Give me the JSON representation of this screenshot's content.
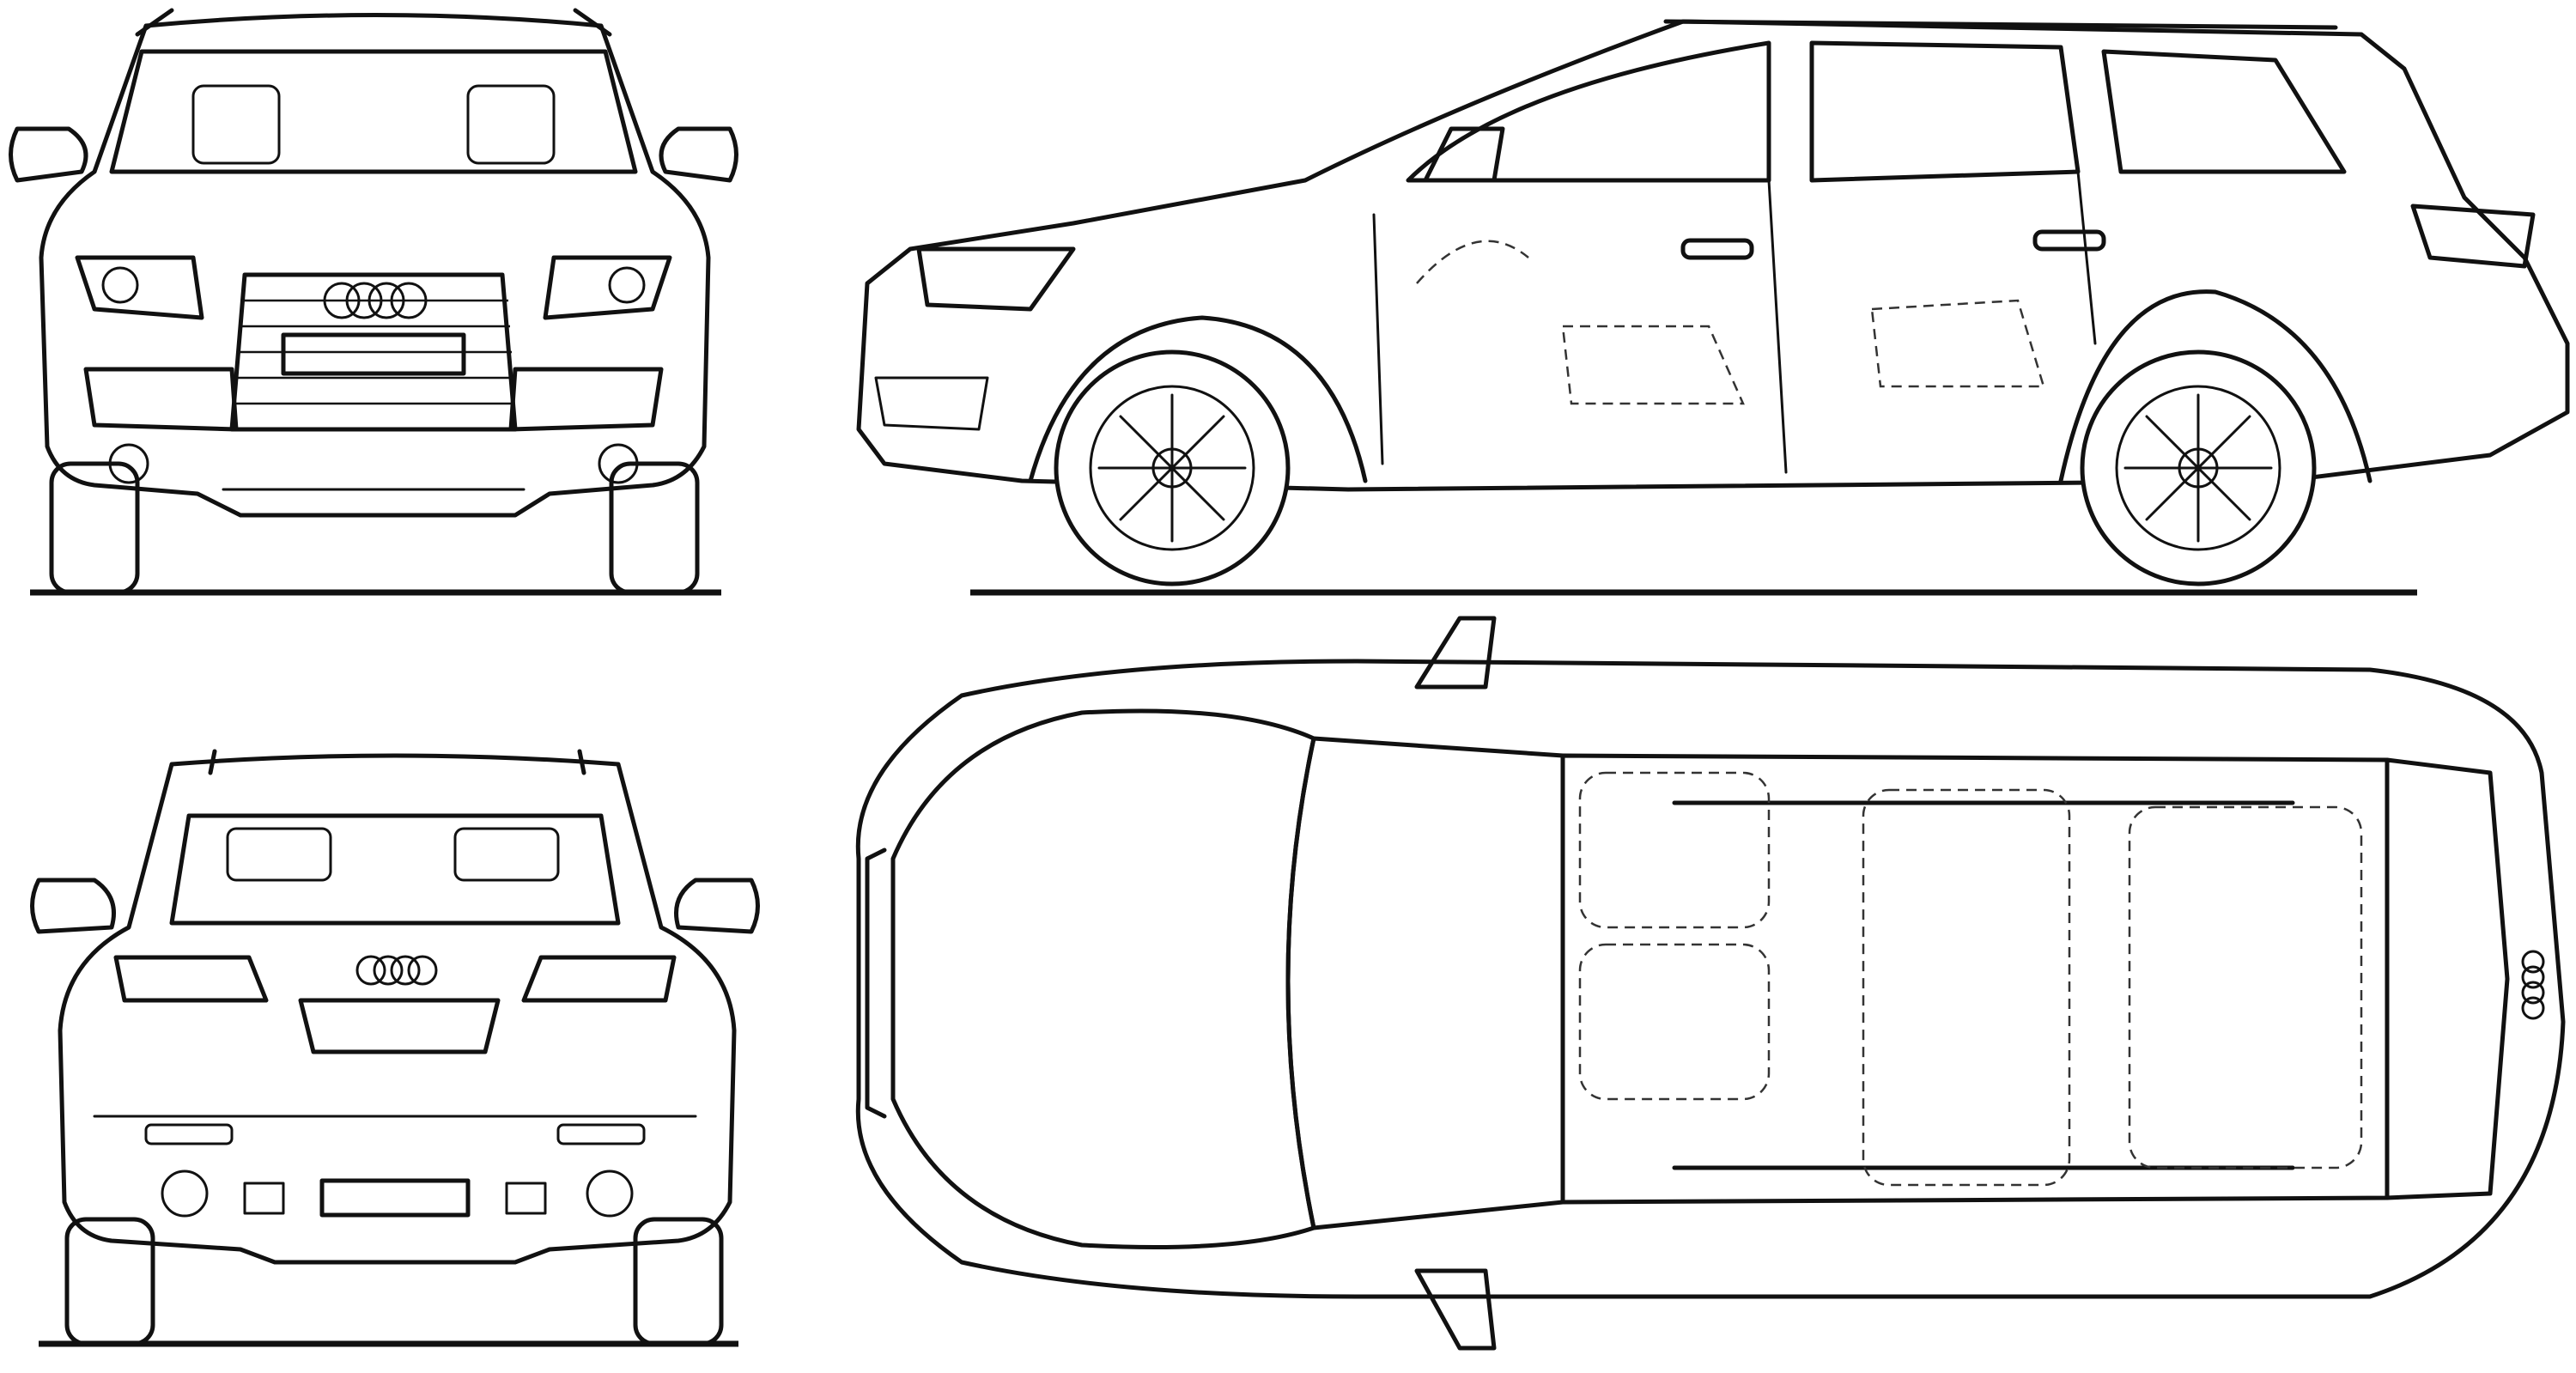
{
  "views": [
    {
      "id": "front",
      "name": "front-view"
    },
    {
      "id": "side",
      "name": "side-view"
    },
    {
      "id": "rear",
      "name": "rear-view"
    },
    {
      "id": "top",
      "name": "top-view"
    }
  ],
  "colors": {
    "line": "#111111",
    "background": "#ffffff"
  }
}
